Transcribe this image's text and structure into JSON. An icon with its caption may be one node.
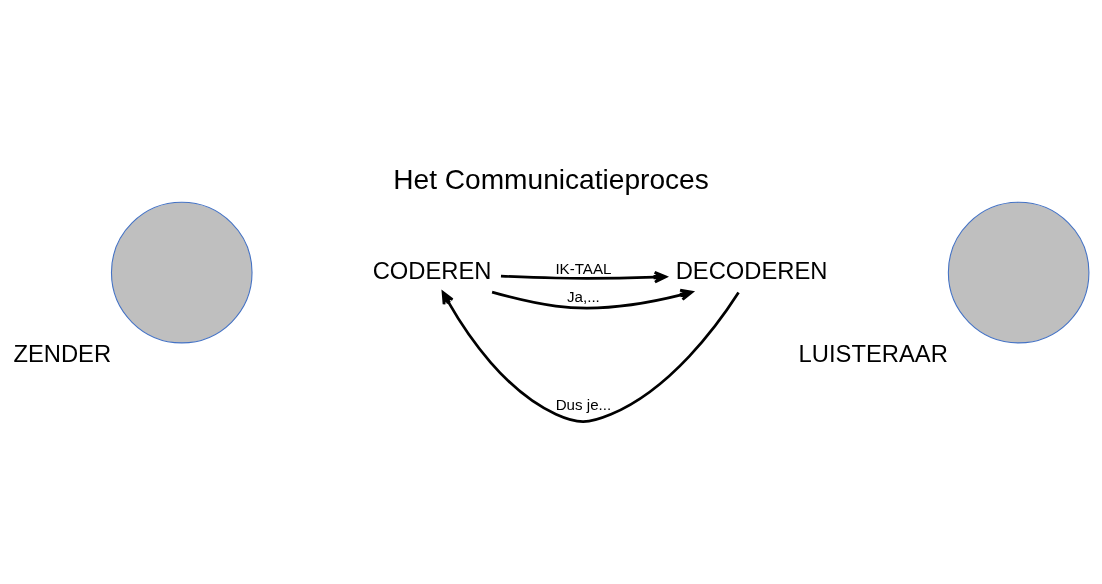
{
  "diagram": {
    "title": "Het Communicatieproces",
    "nodes": [
      {
        "text": [
          "ZENDER"
        ]
      },
      {
        "text": [
          "CODEREN"
        ]
      },
      {
        "text": [
          "DECODEREN"
        ]
      },
      {
        "text": [
          "LUISTERAAR"
        ]
      }
    ],
    "edges": [
      {
        "from": 1,
        "to": 2,
        "arrow": "to",
        "label": "IK-TAAL"
      },
      {
        "from": 2,
        "to": 1,
        "arrow": "to",
        "label": "Dus je..."
      },
      {
        "from": 1,
        "to": 2,
        "arrow": "to",
        "label": "Ja,..."
      }
    ]
  }
}
